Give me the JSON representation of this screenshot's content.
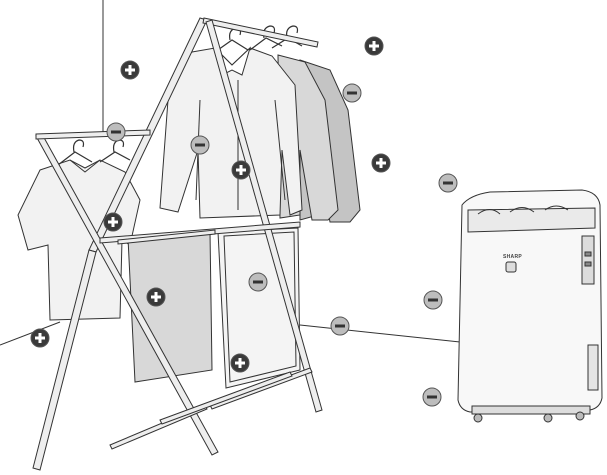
{
  "ions": [
    {
      "type": "plus"
    },
    {
      "type": "plus"
    },
    {
      "type": "minus"
    },
    {
      "type": "minus"
    },
    {
      "type": "minus"
    },
    {
      "type": "plus"
    },
    {
      "type": "plus"
    },
    {
      "type": "minus"
    },
    {
      "type": "plus"
    },
    {
      "type": "plus"
    },
    {
      "type": "minus"
    },
    {
      "type": "minus"
    },
    {
      "type": "plus"
    },
    {
      "type": "minus"
    },
    {
      "type": "plus"
    },
    {
      "type": "minus"
    }
  ],
  "purifier": {
    "brand": "SHARP"
  },
  "colors": {
    "plus_fill": "#3a3a3a",
    "minus_fill": "#bdbdbd",
    "line": "#333333",
    "rack_fill": "#eeeeee",
    "cloth_light": "#f2f2f2",
    "cloth_mid": "#d8d8d8",
    "cloth_dark": "#c4c4c4"
  },
  "icons": {
    "plus": "plus-ion-icon",
    "minus": "minus-ion-icon"
  }
}
